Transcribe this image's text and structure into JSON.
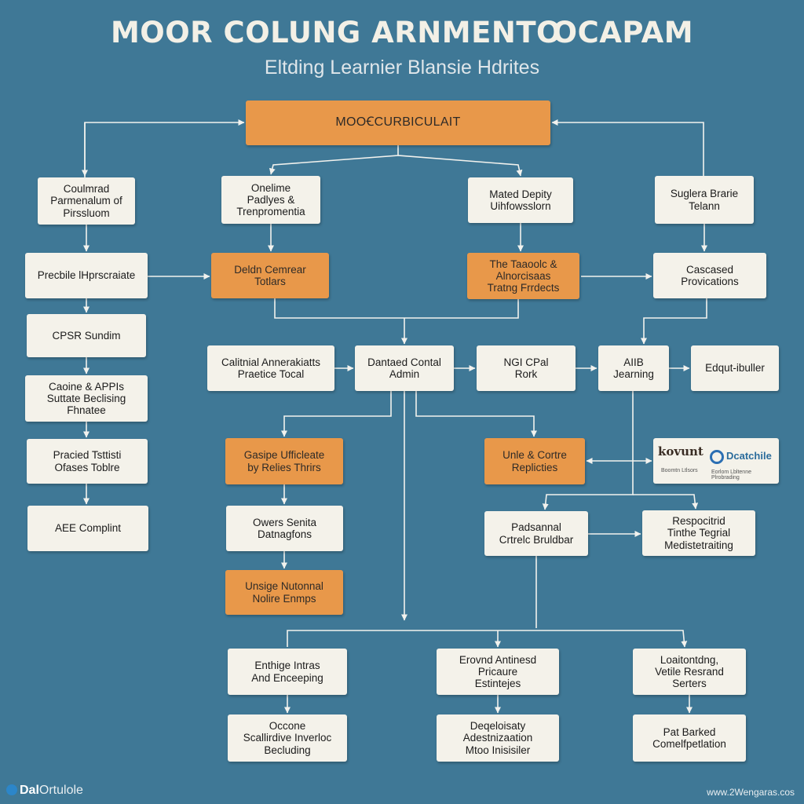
{
  "header": {
    "title": "MOOR COLUNG ARNMENTꝎCAPAM",
    "subtitle": "Eltding Learnier Blansie Hdrites"
  },
  "diagram": {
    "nodes": {
      "top": "MOOꞒCURBICULAIT",
      "c1_a": "Coulmrad\nParmenalum of\nPirssluom",
      "c1_b": "Precbile lHprscraiate",
      "c1_c": "CPSR Sundim",
      "c1_d": "Caoine & APPIs\nSuttate Beclising\nFhnatee",
      "c1_e": "Pracied Tsttisti\nOfases Toblre",
      "c1_f": "AEE Complint",
      "c2_a": "Onelime\nPadlyes &\nTrenpromentia",
      "c2_b": "Deldn Cemrear\nTotlars",
      "c3_a": "Mated Depity\nUihfowsslorn",
      "c3_b": "The Taaoolc &\nAlnorcisaas\nTratng Frrdects",
      "c4_a": "Suglera Brarie\nTelann",
      "c4_b": "Cascased\nProvications",
      "r_a": "Calitnial Annerakiatts\nPraetice Tocal",
      "r_b": "Dantaed Contal\nAdmin",
      "r_c": "NGI CPal\nRork",
      "r_d": "AIIB\nJearning",
      "r_e": "Edqut-ibuller",
      "l_a": "Gasipe Ufficleate\nby Relies Thrirs",
      "l_b": "Owers Senita\nDatnagfons",
      "l_c": "Unsige Nutonnal\nNolire Enmps",
      "m_a": "Unle & Cortre\nReplicties",
      "m_b": "Padsannal\nCrtrelc Bruldbar",
      "m_c": "Respocitrid\nTinthe Tegrial\nMedistetraiting",
      "b1_a": "Enthige Intras\nAnd Enceeping",
      "b1_b": "Occone\nScallirdive Inverloc\nBecluding",
      "b2_a": "Erovnd Antinesd\nPricaure\nEstintejes",
      "b2_b": "Deqeloisaty\nAdestnizaation\nMtoo Inisisiler",
      "b3_a": "Loaitontdng,\nVetile Resrand\nSerters",
      "b3_b": "Pat Barked\nComelfpetlation"
    },
    "logos": {
      "left": "kovunt",
      "left_sub": "Boomtn Ltlsors",
      "right": "Dcatchile",
      "right_sub": "Eorlom Lbltenne Plrobrading"
    }
  },
  "footer": {
    "left_brand": "Dal",
    "left_rest": "Ortulole",
    "right": "www.2Wengaras.cos"
  },
  "colors": {
    "background": "#3f7896",
    "card": "#f4f2ea",
    "accent_orange": "#e8984a",
    "connector": "#f2f2ee"
  }
}
